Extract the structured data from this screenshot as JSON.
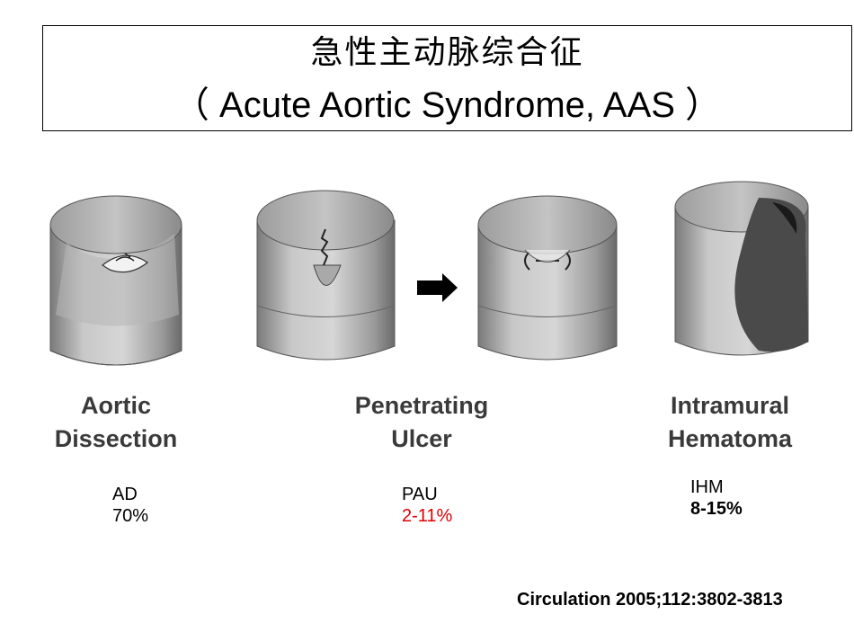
{
  "title": {
    "zh": "急性主动脉综合征",
    "en": "（ Acute Aortic Syndrome, AAS ）"
  },
  "figure": {
    "labels": {
      "ad_line1": "Aortic",
      "ad_line2": "Dissection",
      "pau_line1": "Penetrating",
      "pau_line2": "Ulcer",
      "ihm_line1": "Intramural",
      "ihm_line2": "Hematoma"
    }
  },
  "stats": {
    "ad": {
      "abbr": "AD",
      "percent": "70%"
    },
    "pau": {
      "abbr": "PAU",
      "percent": "2-11%",
      "percent_color": "#e00000"
    },
    "ihm": {
      "abbr": "IHM",
      "percent": "8-15%"
    }
  },
  "citation": "Circulation 2005;112:3802-3813"
}
